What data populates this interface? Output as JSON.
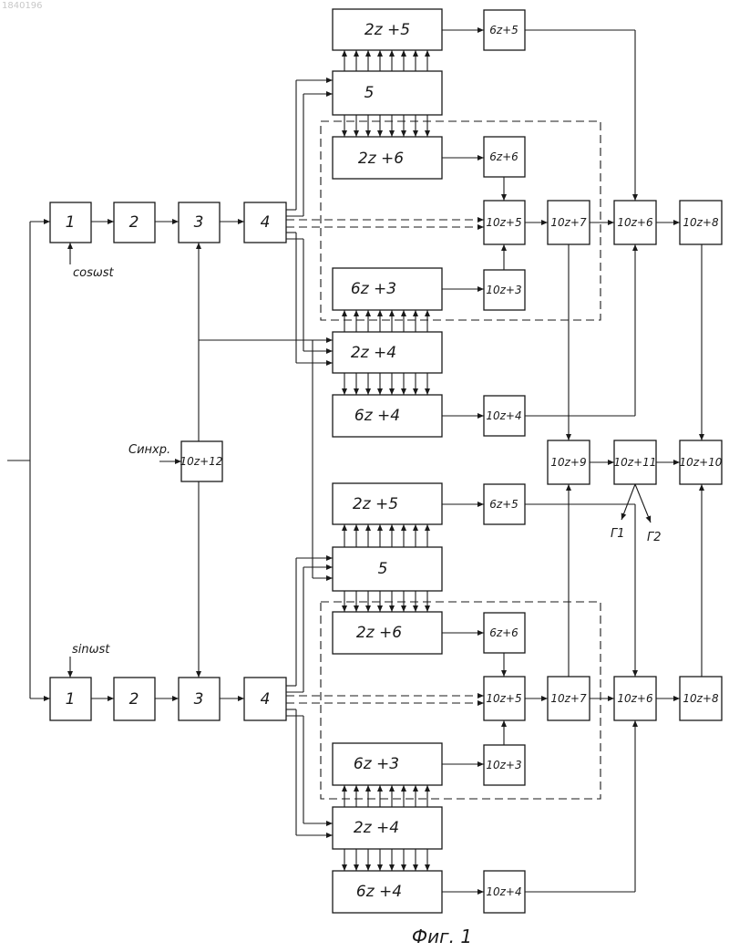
{
  "sheet": {
    "stamp": "1840196",
    "caption": "Фиг. 1"
  },
  "signals": {
    "cos_in": "cosωst",
    "sin_in": "sinωst",
    "sync": "Синхр.",
    "out_1": "Г1",
    "out_2": "Г2"
  },
  "blocks": {
    "c_1": "1",
    "c_2": "2",
    "c_3": "3",
    "c_4": "4",
    "s_1": "1",
    "s_2": "2",
    "s_3": "3",
    "s_4": "4",
    "sync_gen": "10z+12",
    "top_2z5": "2z +5",
    "top_6z5": "6z+5",
    "top_5": "5",
    "top_2z6": "2z +6",
    "top_6z6": "6z+6",
    "top_10z5": "10z+5",
    "top_10z7": "10z+7",
    "top_10z6": "10z+6",
    "top_10z8": "10z+8",
    "top_6z3": "6z +3",
    "top_10z3": "10z+3",
    "top_2z4": "2z +4",
    "top_6z4": "6z +4",
    "top_10z4": "10z+4",
    "mid_10z9": "10z+9",
    "mid_10z11": "10z+11",
    "mid_10z10": "10z+10",
    "bot_2z5": "2z +5",
    "bot_6z5": "6z+5",
    "bot_5": "5",
    "bot_2z6": "2z +6",
    "bot_6z6": "6z+6",
    "bot_10z5": "10z+5",
    "bot_10z7": "10z+7",
    "bot_10z6": "10z+6",
    "bot_10z8": "10z+8",
    "bot_6z3": "6z +3",
    "bot_10z3": "10z+3",
    "bot_2z4": "2z +4",
    "bot_6z4": "6z +4",
    "bot_10z4": "10z+4"
  }
}
